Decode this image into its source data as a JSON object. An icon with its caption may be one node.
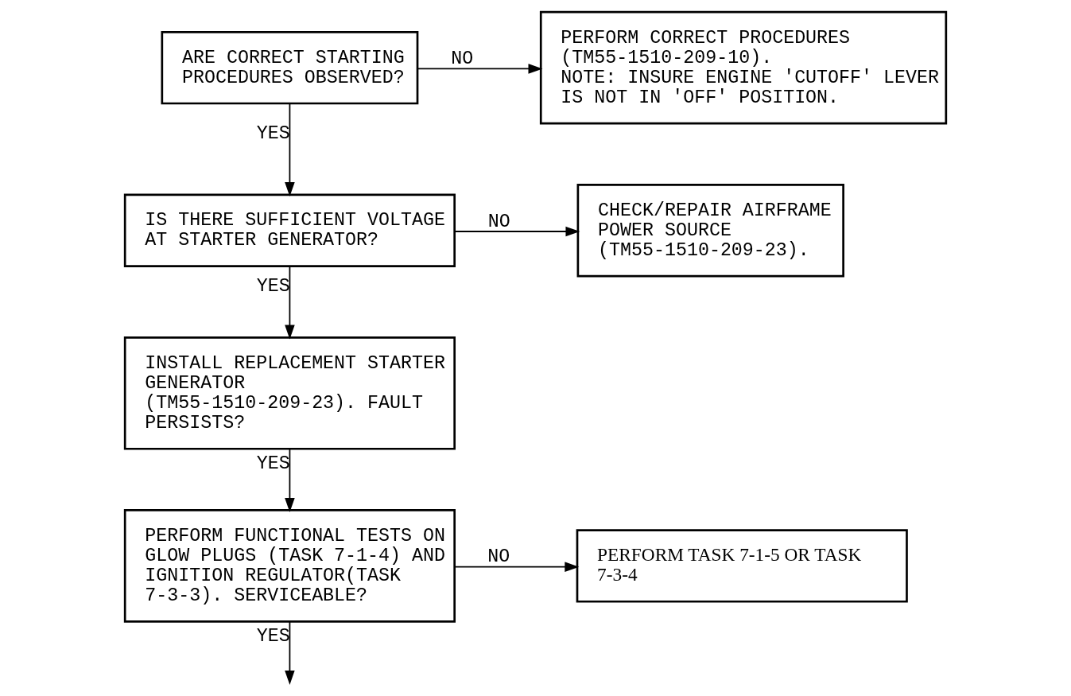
{
  "diagram": {
    "nodes": [
      {
        "text": [
          "ARE CORRECT STARTING PROCEDURES OBSERVED?"
        ]
      },
      {
        "text": [
          "PERFORM CORRECT PROCEDURES (TM55-1510-209-10).",
          "NOTE: INSURE ENGINE 'CUTOFF' LEVER IS NOT IN 'OFF' POSITION."
        ]
      },
      {
        "text": [
          "IS THERE SUFFICIENT VOLTAGE AT STARTER GENERATOR?"
        ]
      },
      {
        "text": [
          "CHECK/REPAIR AIRFRAME POWER SOURCE (TM55-1510-209-23)."
        ]
      },
      {
        "text": [
          "INSTALL REPLACEMENT STARTER GENERATOR (TM55-1510-209-23). FAULT PERSISTS?"
        ]
      },
      {
        "text": [
          "PERFORM FUNCTIONAL TESTS ON GLOW PLUGS (TASK 7-1-4) AND IGNITION REGULATOR(TASK 7-3-3). SERVICEABLE?"
        ]
      },
      {
        "text": [
          "PERFORM TASK 7-1-5 OR TASK 7-3-4"
        ]
      }
    ],
    "edges": [
      {
        "from": 0,
        "to": 1,
        "arrow": "to",
        "label": "NO"
      },
      {
        "from": 0,
        "to": 2,
        "arrow": "to",
        "label": "YES"
      },
      {
        "from": 2,
        "to": 3,
        "arrow": "to",
        "label": "NO"
      },
      {
        "from": 2,
        "to": 4,
        "arrow": "to",
        "label": "YES"
      },
      {
        "from": 4,
        "to": 5,
        "arrow": "to",
        "label": "YES"
      },
      {
        "from": 5,
        "to": 6,
        "arrow": "to",
        "label": "NO"
      },
      {
        "from": 5,
        "to": null,
        "arrow": "to",
        "label": "YES"
      }
    ]
  }
}
